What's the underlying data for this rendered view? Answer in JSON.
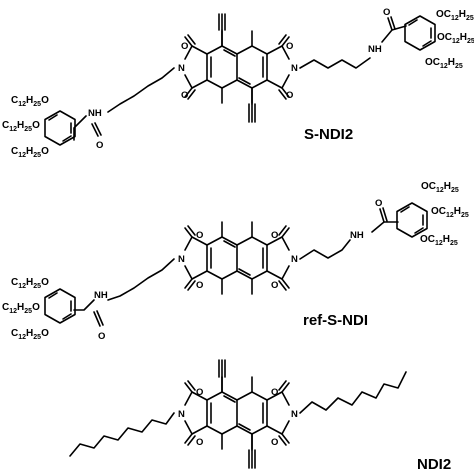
{
  "compounds": [
    {
      "name": "S-NDI2"
    },
    {
      "name": "ref-S-NDI"
    },
    {
      "name": "NDI2"
    }
  ],
  "atoms": {
    "O": "O",
    "N": "N",
    "NH": "NH"
  },
  "alkyl": {
    "C": "C",
    "n": "12",
    "H": "H",
    "m": "25",
    "OC": "OC"
  }
}
